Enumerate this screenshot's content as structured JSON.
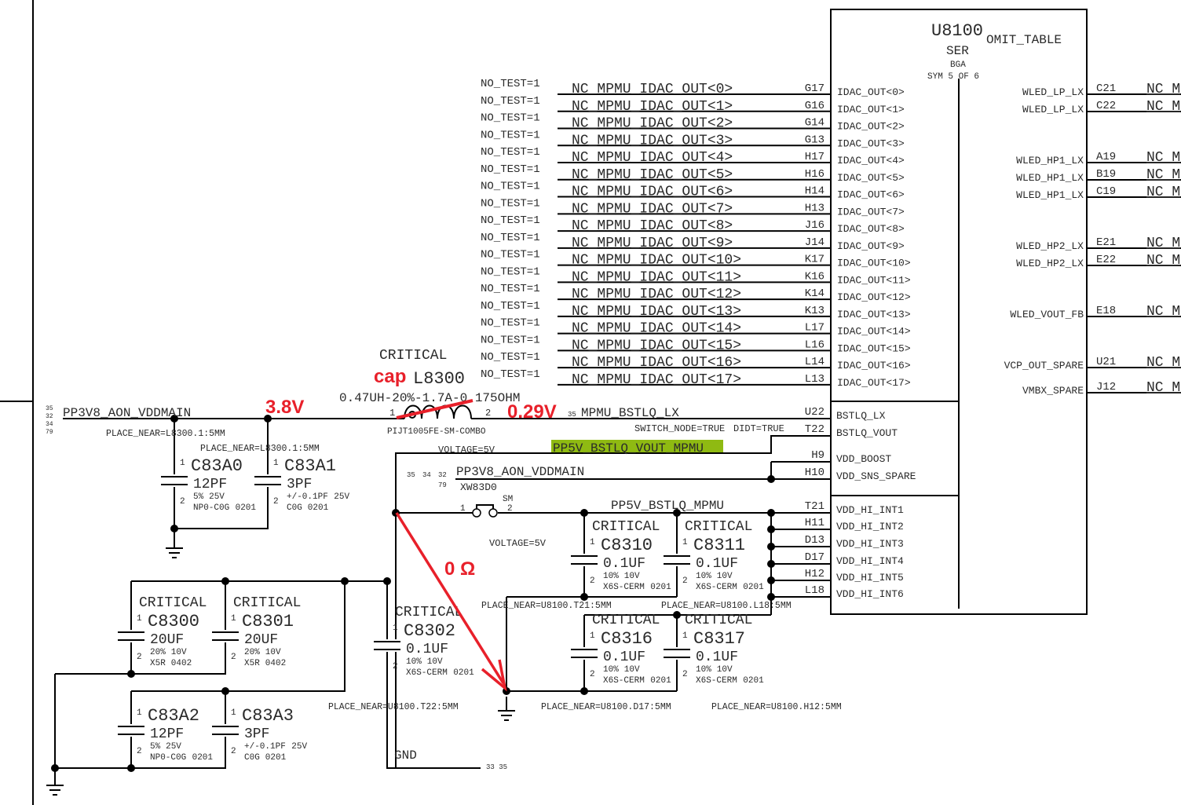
{
  "chip": {
    "ref": "U8100",
    "omit": "OMIT_TABLE",
    "sub": "SER",
    "package": "BGA",
    "sym": "SYM 5 OF 6"
  },
  "idac_rows": [
    {
      "test": "NO_TEST=1",
      "net": "NC_MPMU_IDAC_OUT<0>",
      "pin": "G17",
      "label": "IDAC_OUT<0>"
    },
    {
      "test": "NO_TEST=1",
      "net": "NC_MPMU_IDAC_OUT<1>",
      "pin": "G16",
      "label": "IDAC_OUT<1>"
    },
    {
      "test": "NO_TEST=1",
      "net": "NC_MPMU_IDAC_OUT<2>",
      "pin": "G14",
      "label": "IDAC_OUT<2>"
    },
    {
      "test": "NO_TEST=1",
      "net": "NC_MPMU_IDAC_OUT<3>",
      "pin": "G13",
      "label": "IDAC_OUT<3>"
    },
    {
      "test": "NO_TEST=1",
      "net": "NC_MPMU_IDAC_OUT<4>",
      "pin": "H17",
      "label": "IDAC_OUT<4>"
    },
    {
      "test": "NO_TEST=1",
      "net": "NC_MPMU_IDAC_OUT<5>",
      "pin": "H16",
      "label": "IDAC_OUT<5>"
    },
    {
      "test": "NO_TEST=1",
      "net": "NC_MPMU_IDAC_OUT<6>",
      "pin": "H14",
      "label": "IDAC_OUT<6>"
    },
    {
      "test": "NO_TEST=1",
      "net": "NC_MPMU_IDAC_OUT<7>",
      "pin": "H13",
      "label": "IDAC_OUT<7>"
    },
    {
      "test": "NO_TEST=1",
      "net": "NC_MPMU_IDAC_OUT<8>",
      "pin": "J16",
      "label": "IDAC_OUT<8>"
    },
    {
      "test": "NO_TEST=1",
      "net": "NC_MPMU_IDAC_OUT<9>",
      "pin": "J14",
      "label": "IDAC_OUT<9>"
    },
    {
      "test": "NO_TEST=1",
      "net": "NC_MPMU_IDAC_OUT<10>",
      "pin": "K17",
      "label": "IDAC_OUT<10>"
    },
    {
      "test": "NO_TEST=1",
      "net": "NC_MPMU_IDAC_OUT<11>",
      "pin": "K16",
      "label": "IDAC_OUT<11>"
    },
    {
      "test": "NO_TEST=1",
      "net": "NC_MPMU_IDAC_OUT<12>",
      "pin": "K14",
      "label": "IDAC_OUT<12>"
    },
    {
      "test": "NO_TEST=1",
      "net": "NC_MPMU_IDAC_OUT<13>",
      "pin": "K13",
      "label": "IDAC_OUT<13>"
    },
    {
      "test": "NO_TEST=1",
      "net": "NC_MPMU_IDAC_OUT<14>",
      "pin": "L17",
      "label": "IDAC_OUT<14>"
    },
    {
      "test": "NO_TEST=1",
      "net": "NC_MPMU_IDAC_OUT<15>",
      "pin": "L16",
      "label": "IDAC_OUT<15>"
    },
    {
      "test": "NO_TEST=1",
      "net": "NC_MPMU_IDAC_OUT<16>",
      "pin": "L14",
      "label": "IDAC_OUT<16>"
    },
    {
      "test": "NO_TEST=1",
      "net": "NC_MPMU_IDAC_OUT<17>",
      "pin": "L13",
      "label": "IDAC_OUT<17>"
    }
  ],
  "right_pins": [
    {
      "label": "WLED_LP_LX",
      "pin": "C21",
      "net": "NC_M"
    },
    {
      "label": "WLED_LP_LX",
      "pin": "C22",
      "net": "NC_M"
    },
    {
      "label": "WLED_HP1_LX",
      "pin": "A19",
      "net": "NC_M"
    },
    {
      "label": "WLED_HP1_LX",
      "pin": "B19",
      "net": "NC_M"
    },
    {
      "label": "WLED_HP1_LX",
      "pin": "C19",
      "net": "NC_M"
    },
    {
      "label": "WLED_HP2_LX",
      "pin": "E21",
      "net": "NC_M"
    },
    {
      "label": "WLED_HP2_LX",
      "pin": "E22",
      "net": "NC_M"
    },
    {
      "label": "WLED_VOUT_FB",
      "pin": "E18",
      "net": "NC_M"
    },
    {
      "label": "VCP_OUT_SPARE",
      "pin": "U21",
      "net": "NC_MI"
    },
    {
      "label": "VMBX_SPARE",
      "pin": "J12",
      "net": "NC_MI"
    }
  ],
  "power_pins": [
    {
      "label": "BSTLQ_LX",
      "pin": "U22"
    },
    {
      "label": "BSTLQ_VOUT",
      "pin": "T22"
    },
    {
      "label": "VDD_BOOST",
      "pin": "H9"
    },
    {
      "label": "VDD_SNS_SPARE",
      "pin": "H10"
    },
    {
      "label": "VDD_HI_INT1",
      "pin": "T21"
    },
    {
      "label": "VDD_HI_INT2",
      "pin": "H11"
    },
    {
      "label": "VDD_HI_INT3",
      "pin": "D13"
    },
    {
      "label": "VDD_HI_INT4",
      "pin": "D17"
    },
    {
      "label": "VDD_HI_INT5",
      "pin": "H12"
    },
    {
      "label": "VDD_HI_INT6",
      "pin": "L18"
    }
  ],
  "inductor": {
    "critical": "CRITICAL",
    "ref": "L8300",
    "value": "0.47UH-20%-1.7A-0.175OHM",
    "pin1": "1",
    "pin2": "2",
    "footprint": "PIJT1005FE-SM-COMBO"
  },
  "jumper": {
    "ref": "XW83D0",
    "footprint": "SM",
    "pin1": "1",
    "pin2": "2"
  },
  "nets": {
    "pp3v8_left": "PP3V8_AON_VDDMAIN",
    "pp3v8_left_pages": [
      "35",
      "32",
      "34",
      "79"
    ],
    "bstlq_lx": "MPMU_BSTLQ_LX",
    "bstlq_lx_page": "35",
    "switch_node": "SWITCH_NODE=TRUE",
    "didt": "DIDT=TRUE",
    "voltage_vout": "VOLTAGE=5V",
    "bstlq_vout": "PP5V_BSTLQ_VOUT_MPMU",
    "bstlq_vout_highlight": "#8fba12",
    "pp3v8_mid": "PP3V8_AON_VDDMAIN",
    "pp3v8_mid_pages": [
      "35",
      "34",
      "32",
      "79"
    ],
    "bstlq_mpmu": "PP5V_BSTLQ_MPMU",
    "voltage_mpmu": "VOLTAGE=5V",
    "gnd": "GND",
    "gnd_pages": "33  35"
  },
  "capacitors": [
    {
      "ref": "C83A0",
      "critical": "",
      "value": "12PF",
      "tol": "5%",
      "voltage": "25V",
      "dielectric": "NP0-C0G",
      "size": "0201",
      "pin1": "1",
      "pin2": "2"
    },
    {
      "ref": "C83A1",
      "critical": "",
      "value": "3PF",
      "tol": "+/-0.1PF",
      "voltage": "25V",
      "dielectric": "C0G",
      "size": "0201",
      "pin1": "1",
      "pin2": "2"
    },
    {
      "ref": "C8300",
      "critical": "CRITICAL",
      "value": "20UF",
      "tol": "20%",
      "voltage": "10V",
      "dielectric": "X5R",
      "size": "0402",
      "pin1": "1",
      "pin2": "2"
    },
    {
      "ref": "C8301",
      "critical": "CRITICAL",
      "value": "20UF",
      "tol": "20%",
      "voltage": "10V",
      "dielectric": "X5R",
      "size": "0402",
      "pin1": "1",
      "pin2": "2"
    },
    {
      "ref": "C83A2",
      "critical": "",
      "value": "12PF",
      "tol": "5%",
      "voltage": "25V",
      "dielectric": "NP0-C0G",
      "size": "0201",
      "pin1": "1",
      "pin2": "2"
    },
    {
      "ref": "C83A3",
      "critical": "",
      "value": "3PF",
      "tol": "+/-0.1PF",
      "voltage": "25V",
      "dielectric": "C0G",
      "size": "0201",
      "pin1": "1",
      "pin2": "2"
    },
    {
      "ref": "C8302",
      "critical": "CRITICAL",
      "value": "0.1UF",
      "tol": "10%",
      "voltage": "10V",
      "dielectric": "X6S-CERM",
      "size": "0201",
      "pin1": "1",
      "pin2": "2"
    },
    {
      "ref": "C8310",
      "critical": "CRITICAL",
      "value": "0.1UF",
      "tol": "10%",
      "voltage": "10V",
      "dielectric": "X6S-CERM",
      "size": "0201",
      "pin1": "1",
      "pin2": "2"
    },
    {
      "ref": "C8311",
      "critical": "CRITICAL",
      "value": "0.1UF",
      "tol": "10%",
      "voltage": "10V",
      "dielectric": "X6S-CERM",
      "size": "0201",
      "pin1": "1",
      "pin2": "2"
    },
    {
      "ref": "C8316",
      "critical": "CRITICAL",
      "value": "0.1UF",
      "tol": "10%",
      "voltage": "10V",
      "dielectric": "X6S-CERM",
      "size": "0201",
      "pin1": "1",
      "pin2": "2"
    },
    {
      "ref": "C8317",
      "critical": "CRITICAL",
      "value": "0.1UF",
      "tol": "10%",
      "voltage": "10V",
      "dielectric": "X6S-CERM",
      "size": "0201",
      "pin1": "1",
      "pin2": "2"
    }
  ],
  "place_notes": [
    "PLACE_NEAR=L8300.1:5MM",
    "PLACE_NEAR=L8300.1:5MM",
    "PLACE_NEAR=U8100.T21:5MM",
    "PLACE_NEAR=U8100.L18:5MM",
    "PLACE_NEAR=U8100.T22:5MM",
    "PLACE_NEAR=U8100.D17:5MM",
    "PLACE_NEAR=U8100.H12:5MM"
  ],
  "annotations": {
    "cap": "cap",
    "v_in": "3.8V",
    "v_lx": "0.29V",
    "ohm": "0 Ω",
    "color": "#e8202a"
  }
}
